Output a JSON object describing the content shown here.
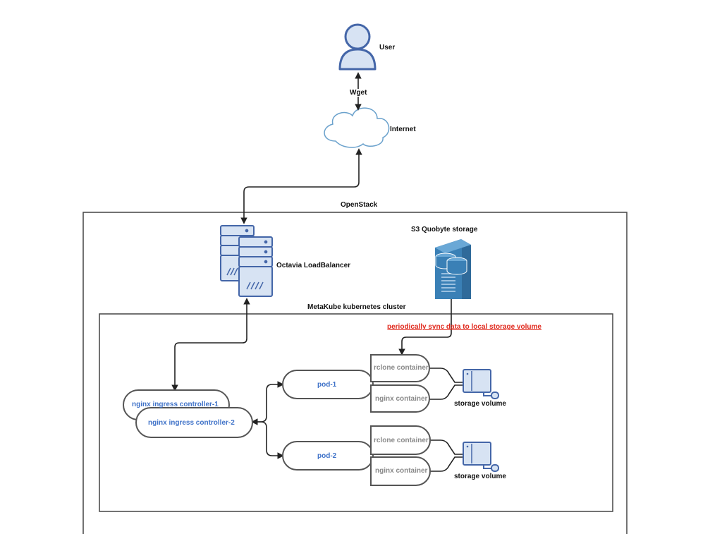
{
  "user": {
    "label": "User"
  },
  "links": {
    "wget": "Wget"
  },
  "internet": {
    "label": "Internet"
  },
  "openstack": {
    "label": "OpenStack"
  },
  "loadbalancer": {
    "label": "Octavia LoadBalancer"
  },
  "s3": {
    "label": "S3 Quobyte storage"
  },
  "cluster": {
    "label": "MetaKube kubernetes cluster",
    "sync_note": "periodically sync data to local storage volume",
    "ingress": [
      "nginx ingress controller-1",
      "nginx ingress controller-2"
    ],
    "pods": [
      {
        "label": "pod-1",
        "containers": [
          "rclone container",
          "nginx container"
        ],
        "volume": "storage volume"
      },
      {
        "label": "pod-2",
        "containers": [
          "rclone container",
          "nginx container"
        ],
        "volume": "storage volume"
      }
    ]
  },
  "colors": {
    "accent_blue": "#3f72c8",
    "server_fill": "#d7e3f3",
    "server_stroke": "#4466a8",
    "storage_blue": "#3a80b6",
    "sync_red": "#e0281c",
    "outline": "#555555"
  }
}
